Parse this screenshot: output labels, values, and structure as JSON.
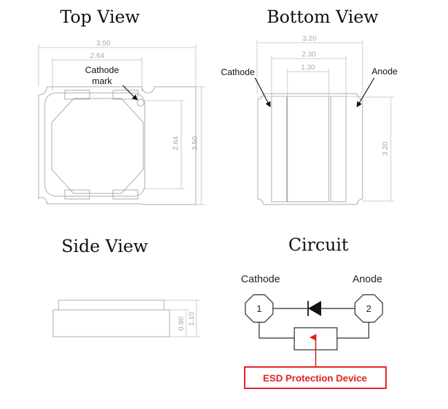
{
  "views": {
    "top": {
      "title": "Top View",
      "dim_outer_width": "3.50",
      "dim_inner_width": "2.64",
      "dim_inner_height": "2.64",
      "dim_outer_height": "3.50",
      "cathode_mark_line1": "Cathode",
      "cathode_mark_line2": "mark"
    },
    "bottom": {
      "title": "Bottom View",
      "dim_width_1": "3.20",
      "dim_width_2": "2.30",
      "dim_width_3": "1.30",
      "dim_height": "3.20",
      "cathode_label": "Cathode",
      "anode_label": "Anode"
    },
    "side": {
      "title": "Side View",
      "dim_1": "0.80",
      "dim_2": "1.10"
    },
    "circuit": {
      "title": "Circuit",
      "cathode_label": "Cathode",
      "anode_label": "Anode",
      "pin1": "1",
      "pin2": "2",
      "esd_label": "ESD Protection Device"
    }
  },
  "colors": {
    "drawing": "#a9a9a9",
    "text": "#111111",
    "esd_accent": "#e01e1e"
  }
}
